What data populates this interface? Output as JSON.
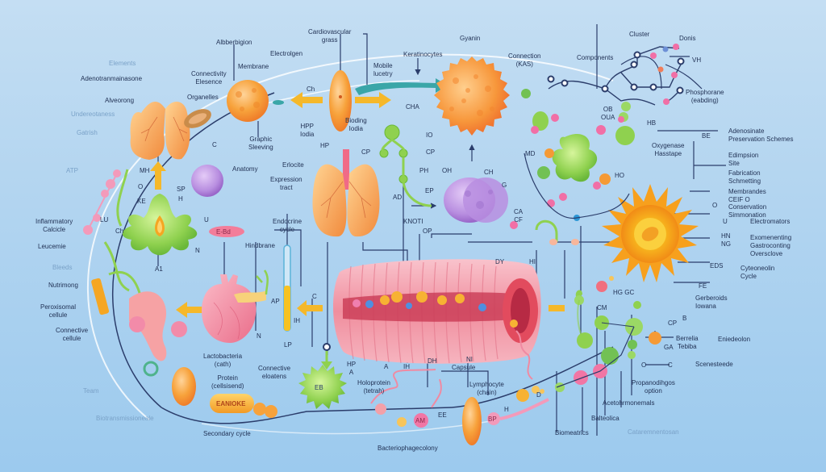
{
  "diagram": {
    "title": "",
    "background_color": "#b3d5f0",
    "colors": {
      "line": "#2b3d6b",
      "orange_cell": "#f7a23b",
      "green_cell": "#8fd14f",
      "purple_cell": "#b88ee0",
      "pink_tissue": "#f4a3b5",
      "arrow_yellow": "#f5b82a",
      "sun_cell": "#f7b21d",
      "membrane": "#ffffff"
    },
    "structures": {
      "lung_left": "lung-top-left",
      "lung_center": "lungs",
      "heart": "heart",
      "intestine": "intestinal tissue",
      "spiky_orange_cell": "large orange cell",
      "sun_cell": "sunburst cell",
      "green_amoeba": "green cell",
      "green_virus": "green virus",
      "purple_cell_left": "purple cell",
      "purple_cell_center": "purple cell",
      "capsule": "EANIOKE"
    },
    "labels": {
      "top_left": {
        "elements": "Elements",
        "adenotransmission": "Adenotranmainasone",
        "alveolar": "Alveorong",
        "unknown1": "Undereotaness",
        "gastric": "Gatrish",
        "atp": "ATP",
        "albunigen": "Albberbigion",
        "membrane": "Membrane",
        "connectivity": "Connectivity",
        "connectivity2": "Elesence",
        "organelle": "Organelles",
        "graphic": "Graphic",
        "sleeving": "Sleeving",
        "c": "C",
        "anatomy": "Anatomy"
      },
      "top_center": {
        "cardiovascular": "Cardiovascular",
        "cardio_sub": "grass",
        "electrolgen": "Electrolgen",
        "mobile": "Mobile",
        "mobile_sub": "lucetry",
        "keratinocytes": "Keratinocytes",
        "cha": "CHA",
        "ch": "Ch",
        "gyanin": "Gyanin",
        "binding": "Bioding",
        "binding_sub": "Iodia",
        "hpp": "HPP",
        "hpp_sub": "Iodia",
        "hp": "HP",
        "cp": "CP",
        "cp2": "CP",
        "io": "IO",
        "connection": "Connection",
        "connection_sub": "(KAS)"
      },
      "top_right": {
        "cluster": "Cluster",
        "donis": "Donis",
        "vh": "VH",
        "components": "Components",
        "phosphorus": "Phosphorane",
        "phosphorus_sub": "(eabding)",
        "hb": "HB",
        "ob": "OB",
        "oua": "OUA",
        "oxygenase": "Oxygenase",
        "oxygenase_sub": "Hasstape",
        "be": "BE",
        "ho": "HO",
        "md": "MD"
      },
      "right_side": [
        {
          "text": "Adenosinate",
          "sub": "Preservation Schemes"
        },
        {
          "text": "Edimpsion",
          "sub": "Site"
        },
        {
          "text": "Fabrication",
          "sub": "Schmetting"
        },
        {
          "text": "Membrandes",
          "sub": "CEIF  O"
        },
        {
          "text": "Conservation",
          "sub": "Simmonation"
        },
        {
          "text": "Electromators",
          "sub": ""
        },
        {
          "text": "Exomenenting",
          "sub": ""
        },
        {
          "text": "Gastroconting",
          "sub": "Oversclove"
        },
        {
          "text": "Cyteoneolin",
          "sub": "Cycle"
        },
        {
          "text": "Gerberoids",
          "sub": "Iowana"
        }
      ],
      "right_codes": {
        "u": "U",
        "hn": "HN",
        "ng": "NG",
        "eds": "EDS",
        "o": "O",
        "fe": "FE",
        "hg": "HG",
        "gc": "GC",
        "cm": "CM",
        "cp": "CP",
        "ga": "GA",
        "b": "B"
      },
      "mid_left": {
        "inflammatory": "Inflammatory",
        "inflammatory_sub": "Calcicle",
        "leucemia": "Leucemie",
        "bleeds": "Bleeds",
        "nutrimong": "Nutrimong",
        "peroxisomal": "Peroxisomal",
        "peroxisomal_sub": "cellule",
        "connective": "Connective",
        "connective_sub": "cellule",
        "lu": "LU",
        "ch": "Ch",
        "al": "Al",
        "mh": "MH",
        "o": "O",
        "ke": "KE",
        "sp": "SP",
        "h": "H",
        "u": "U",
        "n": "N",
        "a1": "A1",
        "pill": "E-Bd",
        "hindbrane": "Hindbrane"
      },
      "center": {
        "erlocite": "Erlocite",
        "expression": "Expression",
        "expression_sub": "tract",
        "endocrine": "Endocrine",
        "endocrine_sub": "cycle",
        "ad": "AD",
        "knoti": "KNOTI",
        "ph": "PH",
        "oh": "OH",
        "ep": "EP",
        "cgh": "CH",
        "g": "G",
        "ca": "CA",
        "cf": "CF",
        "op": "OP",
        "dy": "DY",
        "hi": "HI",
        "ap": "AP",
        "lp": "LP",
        "c": "C",
        "ih": "IH",
        "n2": "N"
      },
      "bottom": {
        "lactobacteria": "Lactobacteria",
        "lactobacteria_sub": "(cath)",
        "protein": "Protein",
        "protein_sub": "(cellsisend)",
        "capsule": "EANIOKE",
        "secondary_cycle": "Secondary cycle",
        "connective_bottom": "Connective",
        "connective_bottom_sub": "eloatens",
        "holoprotein": "Holoprotein",
        "holoprotein_sub": "(tetrah)",
        "hp": "HP",
        "a": "A",
        "ih": "IH",
        "dh": "DH",
        "ni": "NI",
        "capsule_b": "Capsule",
        "lymphocyte": "Lymphocyte",
        "lymphocyte_sub": "(chain)",
        "bacteriophage": "Bacteriophagecolony",
        "biotransmission": "Biotransmissioneale",
        "team": "Team",
        "ba": "EB",
        "ee": "EE",
        "h": "H",
        "d": "D",
        "am": "AM",
        "bp": "BP"
      },
      "bottom_right": {
        "biomeatrics": "Biomeatrics",
        "balteolica": "Balteolica",
        "acetohrmones": "Acetohrmonemals",
        "propanodihgos": "Propanodihgos",
        "propanodihgos_sub": "option",
        "berrelia": "Berrelia",
        "berrelia_sub": "Tebiba",
        "eniedeolon": "Eniedeolon",
        "scenesteede": "Scenesteede",
        "o": "O",
        "c": "C",
        "outer": "Cataremnentosan"
      }
    }
  }
}
